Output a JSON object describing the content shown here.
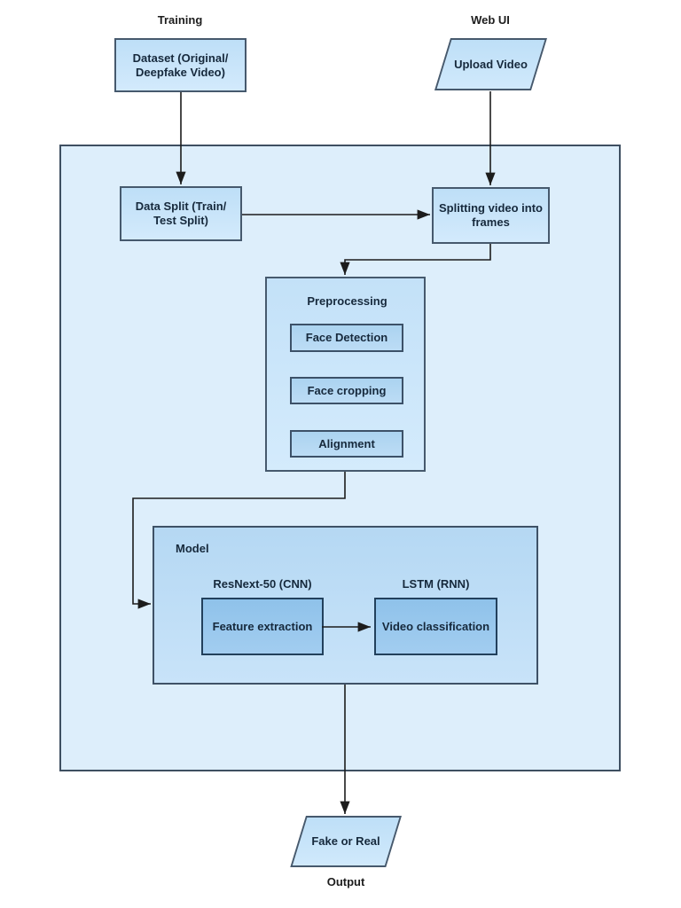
{
  "colors": {
    "page_background": "#ffffff",
    "outer_container_fill": "#ddeefb",
    "node_fill": "#c9e5fa",
    "node_border": "#46596d",
    "preprocessing_inner_fill": "#b4d8f2",
    "model_group_fill": "#bcdcf4",
    "model_inner_fill": "#97c8ee",
    "text": "#16293c",
    "connector": "#1c1c1c"
  },
  "labels": {
    "training": "Training",
    "web_ui": "Web UI",
    "output": "Output"
  },
  "nodes": {
    "dataset": {
      "label": "Dataset (Original/ Deepfake Video)"
    },
    "upload_video": {
      "label": "Upload Video"
    },
    "data_split": {
      "label": "Data Split (Train/ Test Split)"
    },
    "splitting": {
      "label": "Splitting video into frames"
    },
    "preprocessing": {
      "label": "Preprocessing"
    },
    "face_detection": {
      "label": "Face Detection"
    },
    "face_cropping": {
      "label": "Face cropping"
    },
    "alignment": {
      "label": "Alignment"
    },
    "model": {
      "label": "Model"
    },
    "resnext": {
      "label": "ResNext-50 (CNN)"
    },
    "feature_extraction": {
      "label": "Feature extraction"
    },
    "lstm": {
      "label": "LSTM (RNN)"
    },
    "video_classification": {
      "label": "Video classification"
    },
    "fake_or_real": {
      "label": "Fake or Real"
    }
  },
  "edges": [
    {
      "from": "dataset",
      "to": "data_split"
    },
    {
      "from": "upload_video",
      "to": "splitting"
    },
    {
      "from": "data_split",
      "to": "splitting"
    },
    {
      "from": "splitting",
      "to": "preprocessing"
    },
    {
      "from": "preprocessing",
      "to": "model"
    },
    {
      "from": "feature_extraction",
      "to": "video_classification"
    },
    {
      "from": "model",
      "to": "fake_or_real"
    }
  ]
}
